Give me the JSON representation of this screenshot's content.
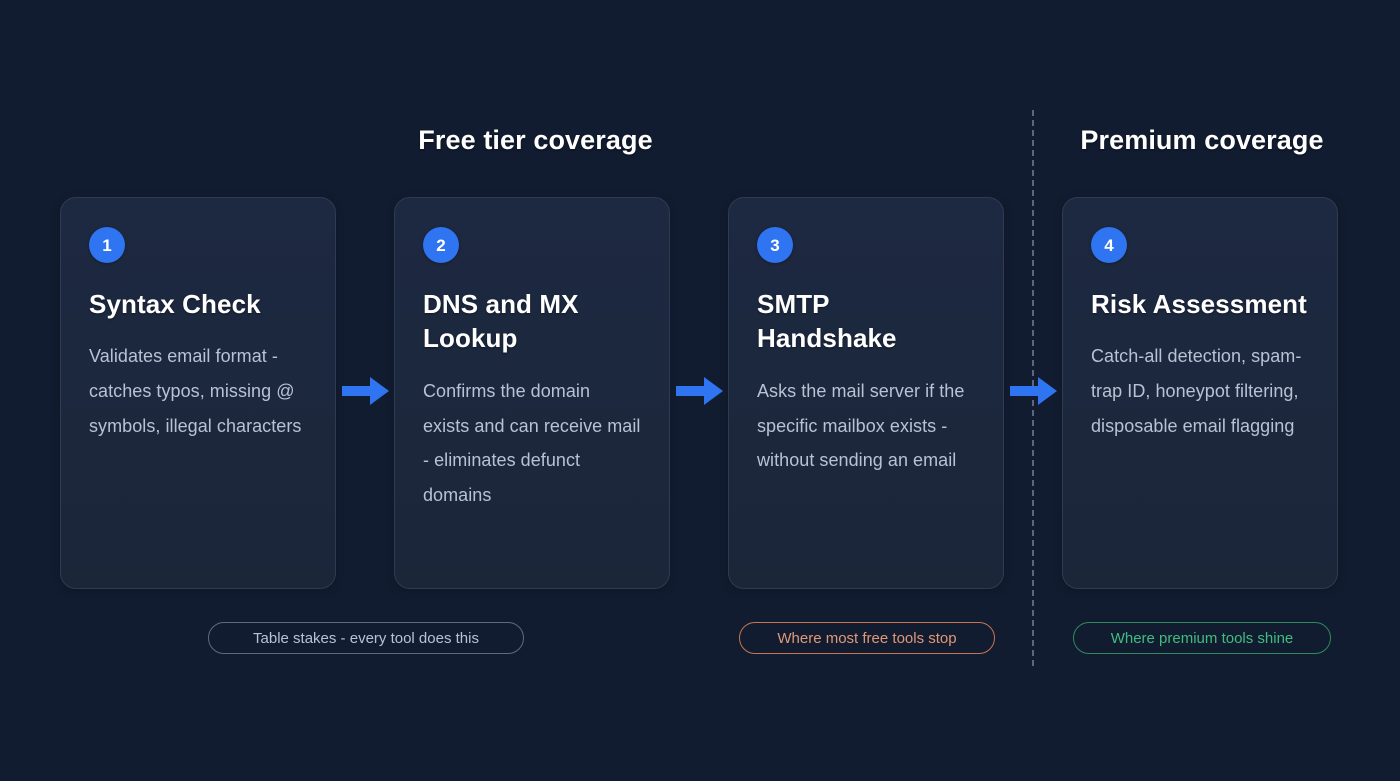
{
  "background_color": "#121c30",
  "accent_color": "#2f74f0",
  "sections": {
    "free_tier_title": "Free tier coverage",
    "premium_title": "Premium coverage"
  },
  "divider": {
    "style": "dashed-vertical",
    "color": "#5a6780"
  },
  "steps": [
    {
      "number": "1",
      "title": "Syntax Check",
      "description": "Validates email format - catches typos, missing @ symbols, illegal characters",
      "tier": "free"
    },
    {
      "number": "2",
      "title": "DNS and MX Lookup",
      "description": "Confirms the domain exists and can receive mail - eliminates defunct domains",
      "tier": "free"
    },
    {
      "number": "3",
      "title": "SMTP Handshake",
      "description": "Asks the mail server if the specific mailbox exists - without sending an email",
      "tier": "free"
    },
    {
      "number": "4",
      "title": "Risk Assessment",
      "description": "Catch-all detection, spam-trap ID, honeypot filtering, disposable email flagging",
      "tier": "premium"
    }
  ],
  "connectors": [
    {
      "icon": "arrow-right-icon",
      "color": "#2f74f0"
    },
    {
      "icon": "arrow-right-icon",
      "color": "#2f74f0"
    },
    {
      "icon": "arrow-right-icon",
      "color": "#2f74f0"
    }
  ],
  "pills": [
    {
      "label": "Table stakes - every tool does this",
      "border_color": "#5d6a80",
      "text_color": "#b7c2d4"
    },
    {
      "label": "Where most free tools stop",
      "border_color": "#c9744f",
      "text_color": "#e09878"
    },
    {
      "label": "Where premium tools shine",
      "border_color": "#2f8a5c",
      "text_color": "#3fbd7e"
    }
  ]
}
